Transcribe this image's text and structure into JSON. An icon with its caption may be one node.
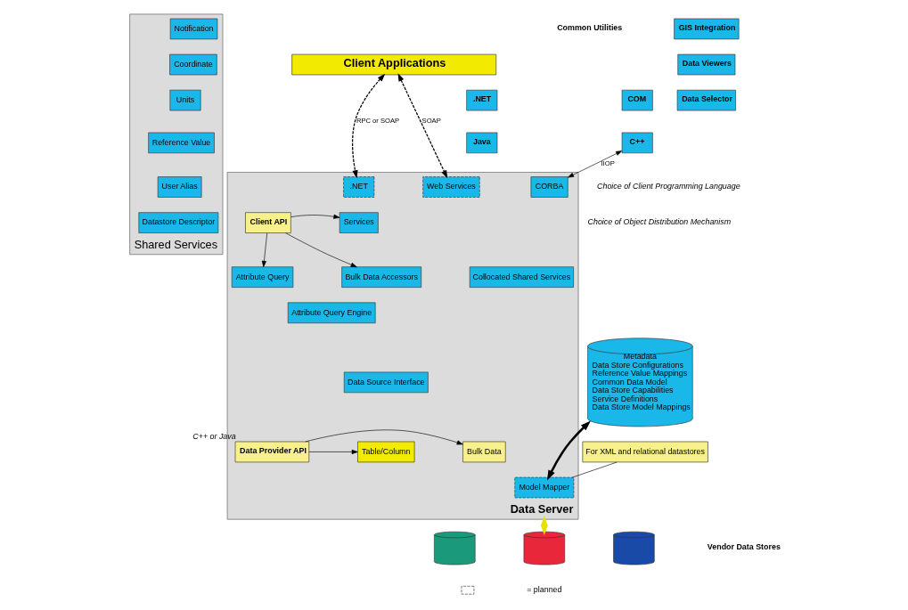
{
  "diagram": {
    "nodes": [
      {
        "text": [
          "Shared Services"
        ]
      },
      {
        "text": [
          "Notification"
        ],
        "in": 0
      },
      {
        "text": [
          "Coordinate"
        ],
        "in": 0
      },
      {
        "text": [
          "Units"
        ],
        "in": 0
      },
      {
        "text": [
          "Reference Value"
        ],
        "in": 0
      },
      {
        "text": [
          "User Alias"
        ],
        "in": 0
      },
      {
        "text": [
          "Datastore Descriptor"
        ],
        "in": 0
      },
      {
        "text": [
          "Client Applications"
        ]
      },
      {
        "text": [
          "GIS Integration"
        ]
      },
      {
        "text": [
          "Data Viewers"
        ]
      },
      {
        "text": [
          "Data Selector"
        ]
      },
      {
        "text": [
          ".NET"
        ]
      },
      {
        "text": [
          "COM"
        ]
      },
      {
        "text": [
          "Java"
        ]
      },
      {
        "text": [
          "C++"
        ]
      },
      {
        "text": [
          "Data Server"
        ]
      },
      {
        "text": [
          ".NET"
        ],
        "in": 15
      },
      {
        "text": [
          "Web Services"
        ],
        "in": 15
      },
      {
        "text": [
          "CORBA"
        ],
        "in": 15
      },
      {
        "text": [
          "Services"
        ],
        "in": 15
      },
      {
        "text": [
          "Client API"
        ],
        "in": 15
      },
      {
        "text": [
          "Attribute Query"
        ],
        "in": 15
      },
      {
        "text": [
          "Bulk Data Accessors"
        ],
        "in": 15
      },
      {
        "text": [
          "Collocated Shared Services"
        ],
        "in": 15
      },
      {
        "text": [
          "Attribute Query Engine"
        ],
        "in": 15
      },
      {
        "text": [
          "Data Source Interface"
        ],
        "in": 15
      },
      {
        "text": [
          "Table/Column"
        ],
        "in": 15
      },
      {
        "text": [
          "Bulk Data"
        ],
        "in": 15
      },
      {
        "text": [
          "Data Provider API"
        ],
        "in": 15,
        "beside": [
          "C++ or Java"
        ]
      },
      {
        "text": [
          "Model Mapper"
        ],
        "in": 15
      },
      {
        "text": [
          "Metadata",
          "Data Store Configurations",
          "Reference Value Mappings",
          "Common Data Model",
          "Data Store Capabilities",
          "Service Definitions",
          "Data Store Model Mappings"
        ]
      },
      {
        "text": [
          "For XML and relational datastores"
        ]
      },
      {
        "text": [],
        "shape": "cylinder"
      },
      {
        "text": [],
        "shape": "cylinder"
      },
      {
        "text": [],
        "shape": "cylinder"
      }
    ],
    "edges": [
      {
        "from": 7,
        "to": 16,
        "arrow": "both",
        "style": "dashed",
        "label": "RPC or SOAP"
      },
      {
        "from": 7,
        "to": 17,
        "arrow": "both",
        "style": "dashed",
        "label": "SOAP"
      },
      {
        "from": 14,
        "to": 18,
        "arrow": "both",
        "label": "IIOP"
      },
      {
        "from": 20,
        "to": 19,
        "arrow": "to"
      },
      {
        "from": 20,
        "to": 21,
        "arrow": "to"
      },
      {
        "from": 20,
        "to": 22,
        "arrow": "to"
      },
      {
        "from": 28,
        "to": 26,
        "arrow": "to"
      },
      {
        "from": 28,
        "to": 27,
        "arrow": "to"
      },
      {
        "from": 30,
        "to": 29,
        "arrow": "both",
        "style": "thick"
      },
      {
        "from": 31,
        "to": 29,
        "arrow": "none"
      },
      {
        "from": 15,
        "to": 33,
        "arrow": "both",
        "style": "thick",
        "color": "#e8e000"
      }
    ],
    "labels": [
      "Common Utilities",
      "Choice of Client Programming Language",
      "Choice of Object Distribution Mechanism",
      "Vendor Data Stores"
    ],
    "legend": [
      {
        "text": "= planned"
      }
    ]
  }
}
